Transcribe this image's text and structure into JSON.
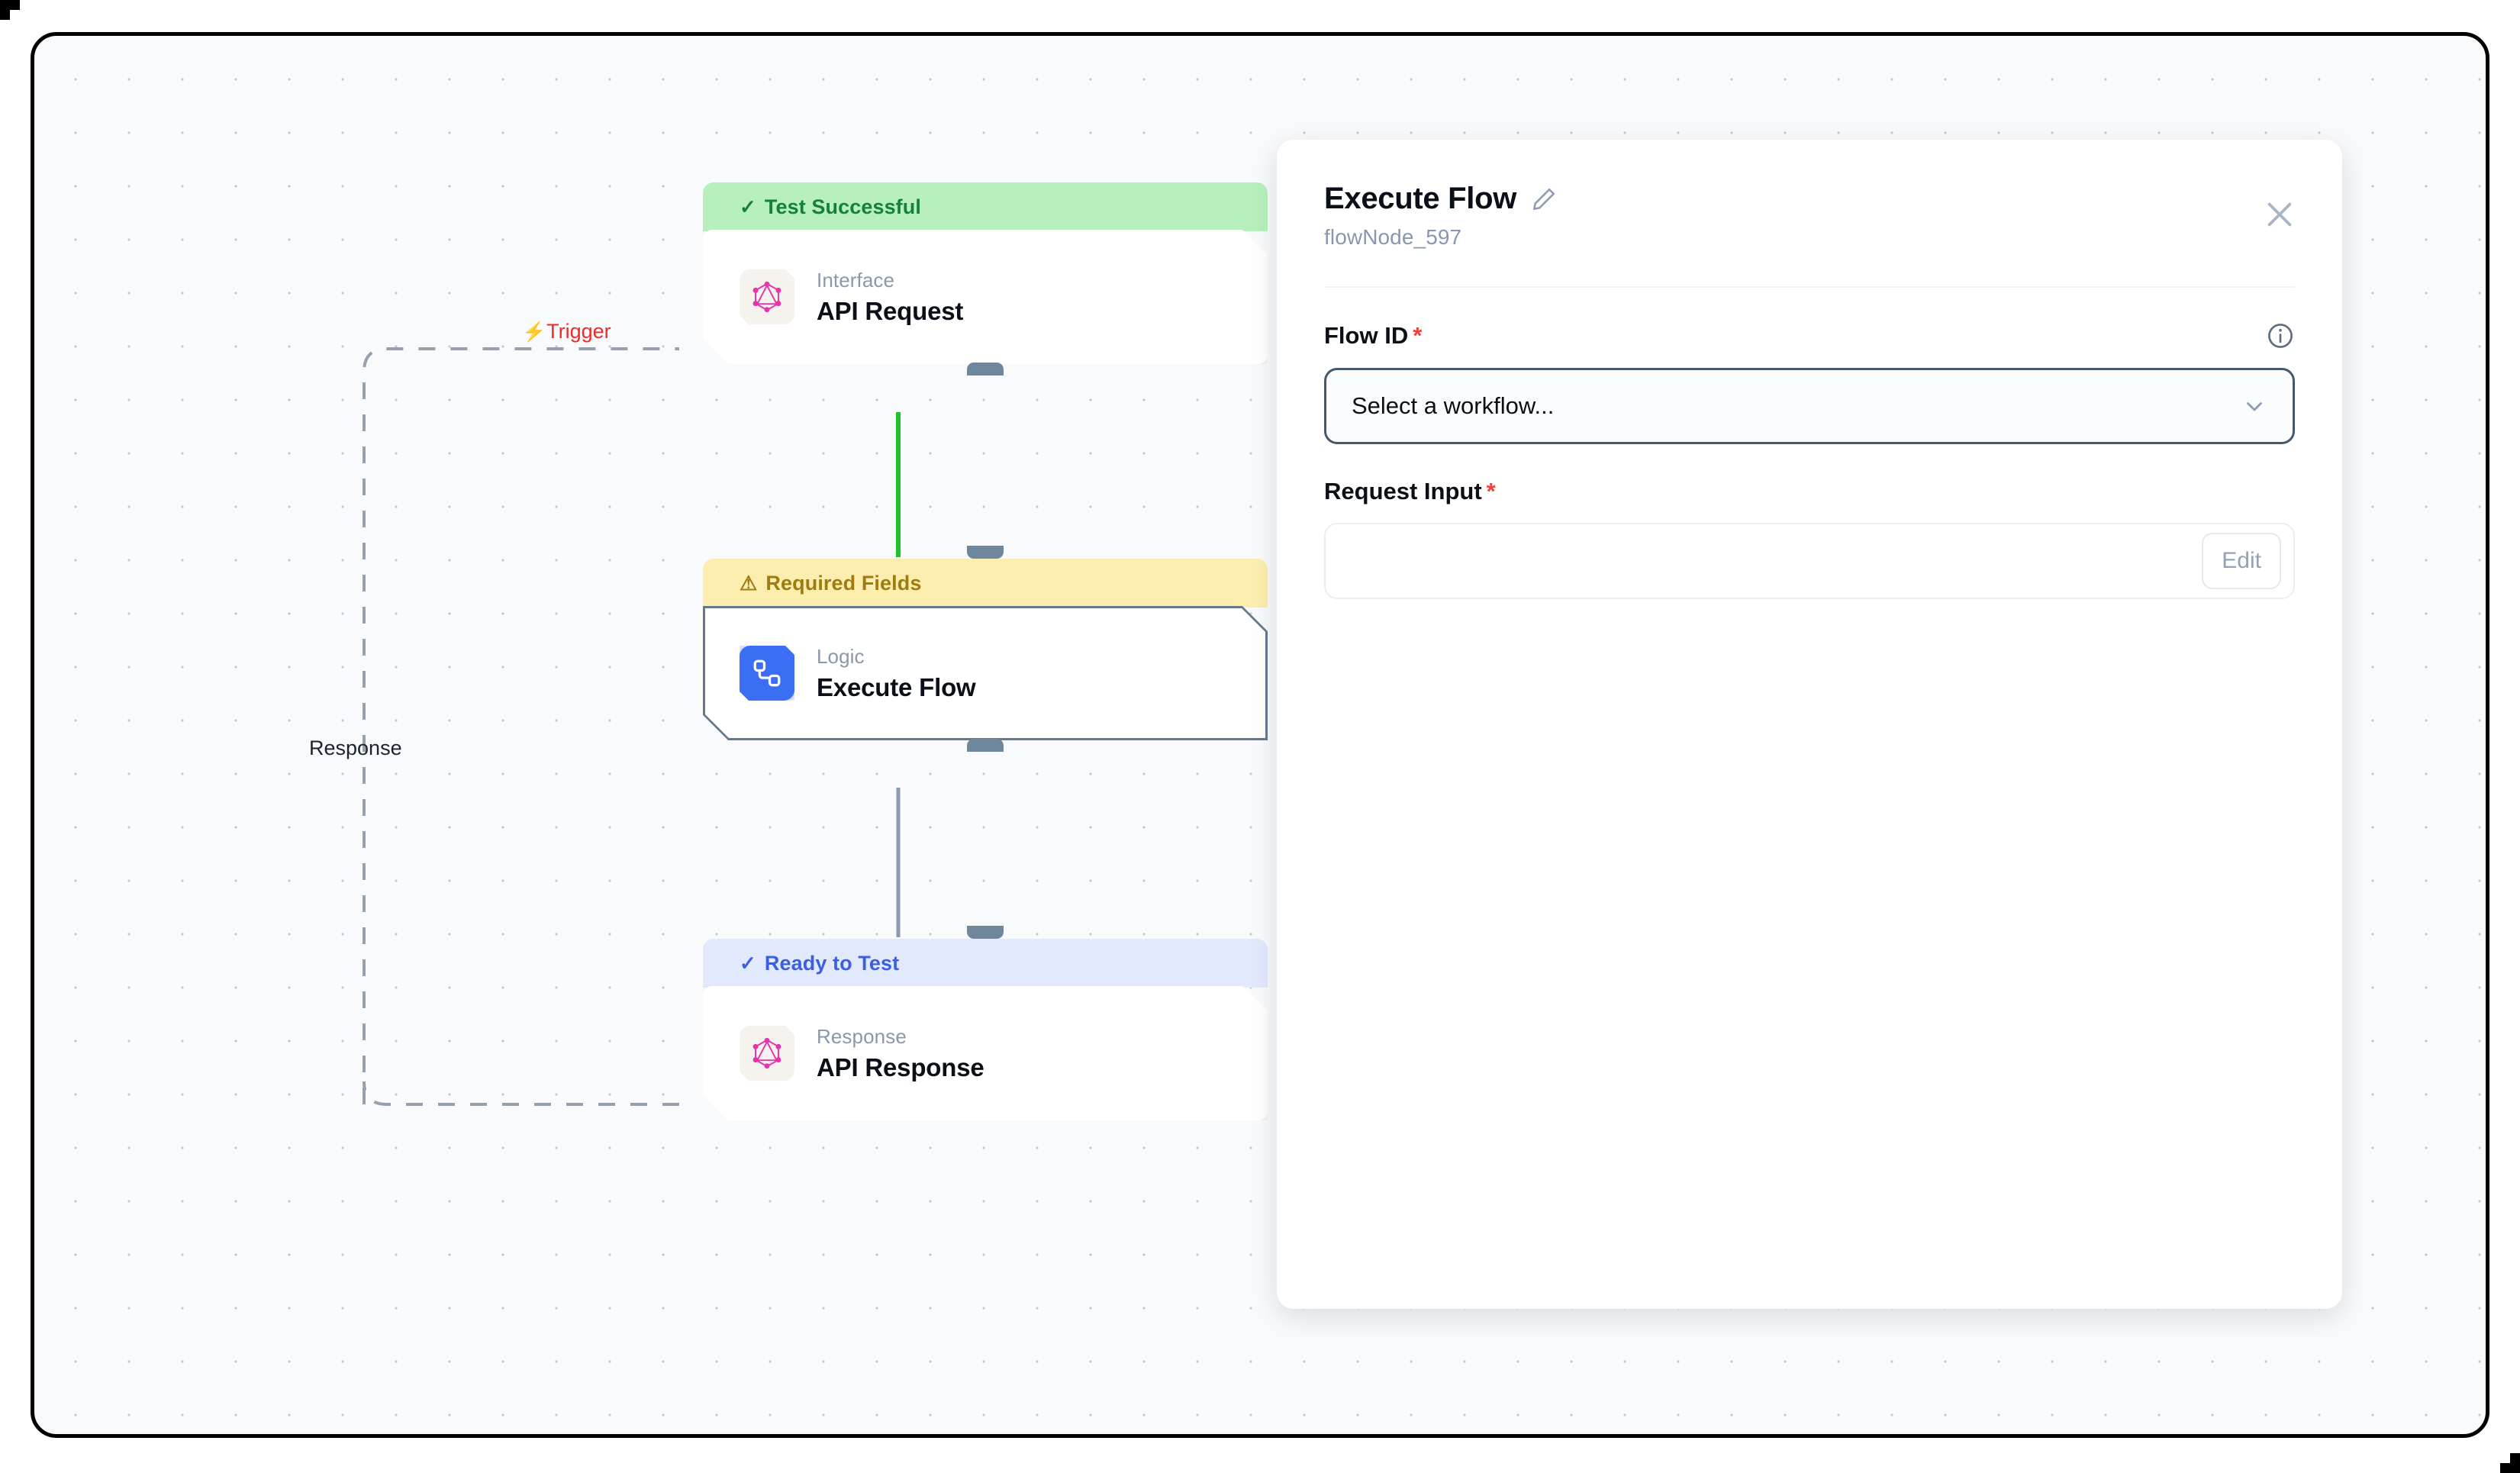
{
  "canvas": {
    "background_color": "#f8fafc",
    "grid": "dot-grid"
  },
  "edges": [
    {
      "label": "Trigger",
      "icon": "lightning-bolt-icon",
      "color": "#ef2a2a",
      "style": "dashed"
    },
    {
      "label": "Response",
      "color": "#1c2330",
      "style": "dashed"
    }
  ],
  "nodes": [
    {
      "status_label": "Test Successful",
      "status_icon": "check-icon",
      "status_variant": "ok",
      "kind": "Interface",
      "title": "API Request",
      "icon": "graphql-icon",
      "selected": false
    },
    {
      "status_label": "Required Fields",
      "status_icon": "warning-icon",
      "status_variant": "warn",
      "kind": "Logic",
      "title": "Execute Flow",
      "icon": "logic-flow-icon",
      "selected": true
    },
    {
      "status_label": "Ready to Test",
      "status_icon": "check-icon",
      "status_variant": "info",
      "kind": "Response",
      "title": "API Response",
      "icon": "graphql-icon",
      "selected": false
    }
  ],
  "inspector": {
    "title": "Execute Flow",
    "edit_title_icon": "pencil-icon",
    "subtitle": "flowNode_597",
    "close_icon": "close-icon",
    "fields": {
      "flow_id": {
        "label": "Flow ID",
        "required_marker": "*",
        "info_icon": "info-icon",
        "placeholder": "Select a workflow...",
        "value": "Select a workflow...",
        "chevron_icon": "chevron-down-icon"
      },
      "request_input": {
        "label": "Request Input",
        "required_marker": "*",
        "value": "",
        "edit_label": "Edit"
      }
    }
  },
  "colors": {
    "status_ok_bg": "#b7f0bd",
    "status_ok_text": "#15803d",
    "status_warn_bg": "#fbeeae",
    "status_warn_text": "#a07b10",
    "status_info_bg": "#e3e9fd",
    "status_info_text": "#3b5fe0",
    "edge_active": "#22c02e",
    "edge_idle": "#8a9bb0",
    "selected_border": "#64788f",
    "required_red": "#f0423a"
  }
}
